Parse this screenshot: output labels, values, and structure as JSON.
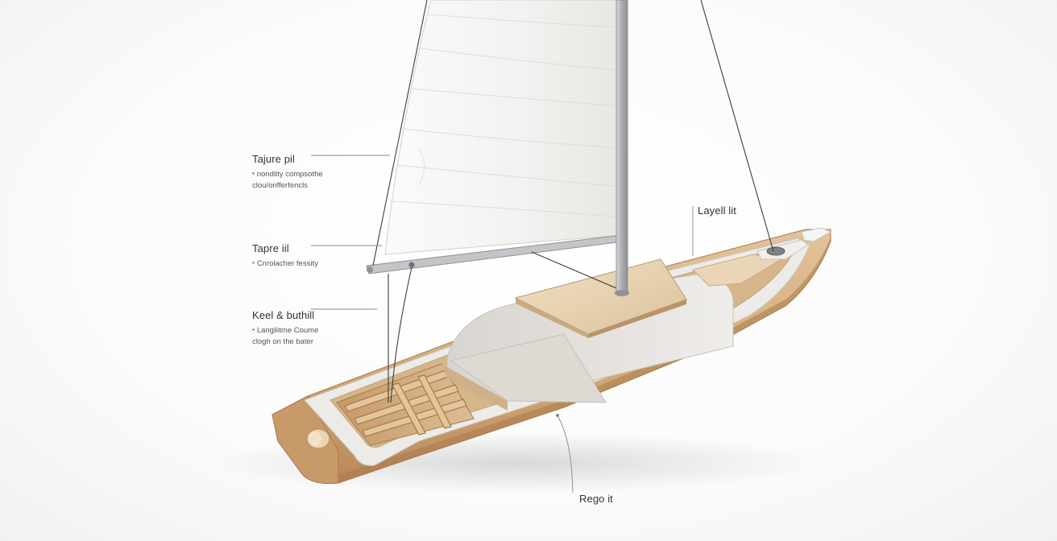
{
  "labels": {
    "sail": {
      "title": "Tajure pil",
      "desc": [
        "nondlity compsothe",
        "clou/onfferfencls"
      ]
    },
    "boom": {
      "title": "Tapre iil",
      "desc": [
        "Cnrolacher fessity"
      ]
    },
    "keel": {
      "title": "Keel & buthill",
      "desc": [
        "Langliitme Coume",
        "clogh on the bater"
      ]
    },
    "layer": {
      "title": "Layell lit"
    },
    "hull": {
      "title": "Rego it"
    }
  },
  "colors": {
    "sail": "#f2f2f0",
    "wood": "#d9b88c",
    "wood_dark": "#b9895a",
    "liner": "#e9e6e1",
    "mast": "#b5b7ba",
    "leader": "#8a8a8a"
  }
}
